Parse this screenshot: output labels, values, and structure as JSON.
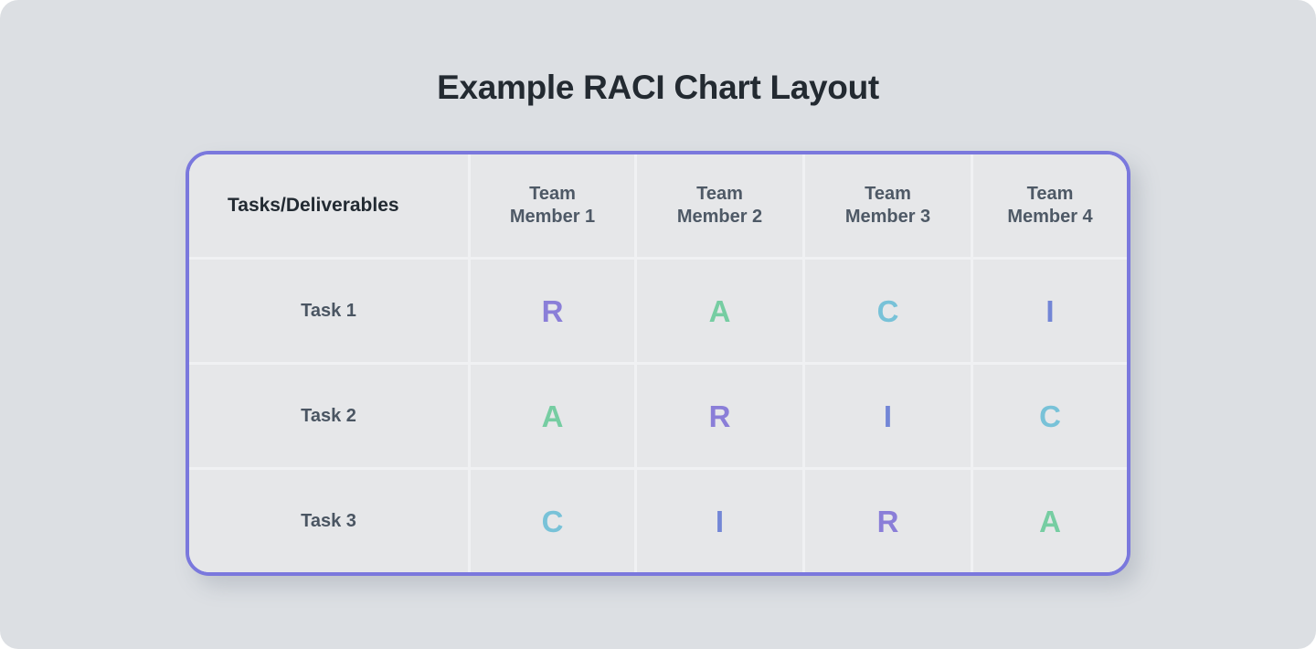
{
  "page": {
    "title": "Example RACI Chart Layout",
    "background_color": "#dcdfe3",
    "title_color": "#232a31"
  },
  "table": {
    "border_color": "#7a78dd",
    "cell_color": "#e6e7e9",
    "gridline_color": "#f0f1f3",
    "headers": [
      "Tasks/Deliverables",
      "Team\nMember 1",
      "Team\nMember 2",
      "Team\nMember 3",
      "Team\nMember 4"
    ],
    "rows": [
      {
        "task": "Task 1",
        "cells": [
          "R",
          "A",
          "C",
          "I"
        ]
      },
      {
        "task": "Task 2",
        "cells": [
          "A",
          "R",
          "I",
          "C"
        ]
      },
      {
        "task": "Task 3",
        "cells": [
          "C",
          "I",
          "R",
          "A"
        ]
      }
    ]
  },
  "legend_colors": {
    "R": "#8a7ed8",
    "A": "#76cda2",
    "C": "#78c2d8",
    "I": "#7386d6"
  },
  "chart_data": {
    "type": "table",
    "title": "Example RACI Chart Layout",
    "categories": [
      "Team Member 1",
      "Team Member 2",
      "Team Member 3",
      "Team Member 4"
    ],
    "rowLabels": [
      "Task 1",
      "Task 2",
      "Task 3"
    ],
    "rowHeader": "Tasks/Deliverables",
    "values": [
      [
        "R",
        "A",
        "C",
        "I"
      ],
      [
        "A",
        "R",
        "I",
        "C"
      ],
      [
        "C",
        "I",
        "R",
        "A"
      ]
    ],
    "xlabel": "",
    "ylabel": ""
  }
}
